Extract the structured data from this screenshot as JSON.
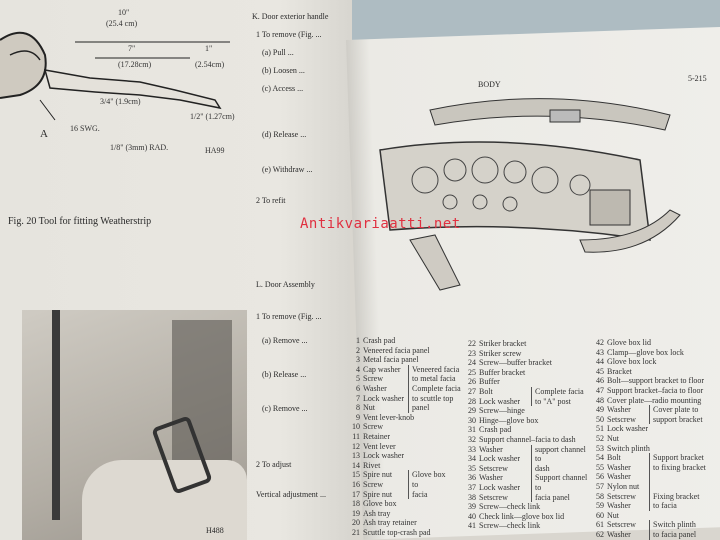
{
  "left_page": {
    "tool_dims": [
      "10\"",
      "(25.4 cm)",
      "7\"",
      "(17.28cm)",
      "1\"",
      "(2.54cm)",
      "3/4\" (1.9cm)",
      "1/2\" (1.27cm)",
      "16 SWG.",
      "1/8\" (3mm) RAD.",
      "HA99",
      "A"
    ],
    "figure_caption": "Fig. 20  Tool for fitting Weatherstrip",
    "section_k": "K. Door exterior handle",
    "k_lines": [
      "1  To remove (Fig. ...",
      "(a)  Pull ...",
      "(b)  Loosen ...",
      "(c)  Access ...",
      "(d)  Release ...",
      "(e)  Withdraw ...",
      "2  To refit"
    ],
    "section_l": "L. Door Assembly",
    "l_lines": [
      "1  To remove (Fig. ...",
      "(a)  Remove ...",
      "(b)  Release ...",
      "(c)  Remove ...",
      "2  To adjust",
      "Vertical adjustment ..."
    ],
    "photo_label": "H488"
  },
  "watermark": "Antikvariaatti.net",
  "right_page": {
    "header": "BODY",
    "page_number": "5-215",
    "columns": [
      {
        "items": [
          [
            "1",
            "Crash pad"
          ],
          [
            "2",
            "Veneered facia panel"
          ],
          [
            "3",
            "Metal facia panel"
          ],
          [
            "4",
            "Cap washer"
          ],
          [
            "5",
            "Screw"
          ],
          [
            "6",
            "Washer"
          ],
          [
            "7",
            "Lock washer"
          ],
          [
            "8",
            "Nut"
          ],
          [
            "9",
            "Vent lever-knob"
          ],
          [
            "10",
            "Screw"
          ],
          [
            "11",
            "Retainer"
          ],
          [
            "12",
            "Vent lever"
          ],
          [
            "13",
            "Lock washer"
          ],
          [
            "14",
            "Rivet"
          ],
          [
            "15",
            "Spire nut"
          ],
          [
            "16",
            "Screw"
          ],
          [
            "17",
            "Spire nut"
          ],
          [
            "18",
            "Glove box"
          ],
          [
            "19",
            "Ash tray"
          ],
          [
            "20",
            "Ash tray retainer"
          ],
          [
            "21",
            "Scuttle top-crash pad"
          ]
        ],
        "notes": [
          {
            "from": 3,
            "to": 4,
            "text": "Veneered facia\nto metal facia"
          },
          {
            "from": 5,
            "to": 7,
            "text": "Complete facia\nto scuttle top\npanel"
          },
          {
            "from": 14,
            "to": 16,
            "text": "Glove box\nto\nfacia"
          }
        ]
      },
      {
        "items": [
          [
            "22",
            "Striker bracket"
          ],
          [
            "23",
            "Striker screw"
          ],
          [
            "24",
            "Screw—buffer bracket"
          ],
          [
            "25",
            "Buffer bracket"
          ],
          [
            "26",
            "Buffer"
          ],
          [
            "27",
            "Bolt"
          ],
          [
            "28",
            "Lock washer"
          ],
          [
            "29",
            "Screw—hinge"
          ],
          [
            "30",
            "Hinge—glove box"
          ],
          [
            "31",
            "Crash pad"
          ],
          [
            "32",
            "Support channel–facia to dash"
          ],
          [
            "33",
            "Washer"
          ],
          [
            "34",
            "Lock washer"
          ],
          [
            "35",
            "Setscrew"
          ],
          [
            "36",
            "Washer"
          ],
          [
            "37",
            "Lock washer"
          ],
          [
            "38",
            "Setscrew"
          ],
          [
            "39",
            "Screw—check link"
          ],
          [
            "40",
            "Check link—glove box lid"
          ],
          [
            "41",
            "Screw—check link"
          ]
        ],
        "notes": [
          {
            "from": 5,
            "to": 6,
            "text": "Complete facia\nto \"A\" post"
          },
          {
            "from": 11,
            "to": 13,
            "text": "support channel\nto\ndash"
          },
          {
            "from": 14,
            "to": 16,
            "text": "Support channel\nto\nfacia panel"
          }
        ]
      },
      {
        "items": [
          [
            "42",
            "Glove box lid"
          ],
          [
            "43",
            "Clamp—glove box lock"
          ],
          [
            "44",
            "Glove box lock"
          ],
          [
            "45",
            "Bracket"
          ],
          [
            "46",
            "Bolt—support bracket to floor"
          ],
          [
            "47",
            "Support bracket–facia to floor"
          ],
          [
            "48",
            "Cover plate—radio mounting"
          ],
          [
            "49",
            "Washer"
          ],
          [
            "50",
            "Setscrew"
          ],
          [
            "51",
            "Lock washer"
          ],
          [
            "52",
            "Nut"
          ],
          [
            "53",
            "Switch plinth"
          ],
          [
            "54",
            "Bolt"
          ],
          [
            "55",
            "Washer"
          ],
          [
            "56",
            "Washer"
          ],
          [
            "57",
            "Nylon nut"
          ],
          [
            "58",
            "Setscrew"
          ],
          [
            "59",
            "Washer"
          ],
          [
            "60",
            "Nut"
          ],
          [
            "61",
            "Setscrew"
          ],
          [
            "62",
            "Washer"
          ]
        ],
        "notes": [
          {
            "from": 7,
            "to": 8,
            "text": "Cover plate to\nsupport bracket"
          },
          {
            "from": 12,
            "to": 15,
            "text": "Support bracket\nto fixing bracket"
          },
          {
            "from": 16,
            "to": 17,
            "text": "Fixing bracket\nto facia"
          },
          {
            "from": 19,
            "to": 20,
            "text": "Switch plinth\nto facia panel"
          }
        ]
      }
    ]
  }
}
